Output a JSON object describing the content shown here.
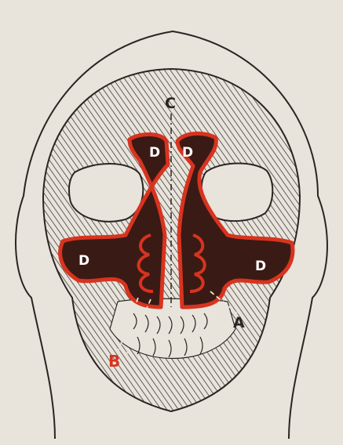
{
  "labels": {
    "C": "C",
    "D_upper_left": "D",
    "D_upper_right": "D",
    "D_left": "D",
    "D_right": "D",
    "A": "A",
    "B": "B"
  },
  "colors": {
    "background": "#e8e3db",
    "ink": "#2a2522",
    "sinus_fill": "#3a1a14",
    "sinus_outline": "#d8331f"
  }
}
